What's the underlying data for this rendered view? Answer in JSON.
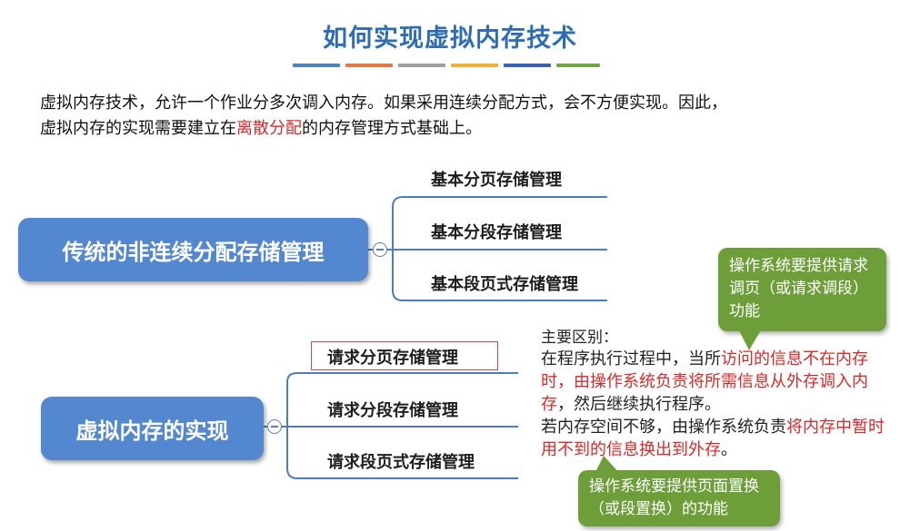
{
  "title": "如何实现虚拟内存技术",
  "title_bar_colors": [
    "#4f81bd",
    "#e07a3f",
    "#9e9e9e",
    "#f2b233",
    "#3a64b0",
    "#70a845"
  ],
  "intro": {
    "line1": "虚拟内存技术，允许一个作业分多次调入内存。如果采用连续分配方式，会不方便实现。因此，",
    "line2_pre": "虚拟内存的实现需要建立在",
    "line2_highlight": "离散分配",
    "line2_post": "的内存管理方式基础上。"
  },
  "traditional": {
    "topic": "传统的非连续分配存储管理",
    "items": [
      "基本分页存储管理",
      "基本分段存储管理",
      "基本段页式存储管理"
    ]
  },
  "virtual": {
    "topic": "虚拟内存的实现",
    "items": [
      "请求分页存储管理",
      "请求分段存储管理",
      "请求段页式存储管理"
    ]
  },
  "notes": {
    "heading": "主要区别：",
    "p1_pre": "在程序执行过程中，当所",
    "p1_red": "访问的信息不在内存时，由操作系统负责将所需信息从外存调入内存",
    "p1_post": "，然后继续执行程序。",
    "p2_pre": "若内存空间不够，由操作系统负责",
    "p2_red": "将内存中暂时用不到的信息换出到外存",
    "p2_post": "。"
  },
  "callouts": {
    "c1": "操作系统要提供请求调页（或请求调段）功能",
    "c2": "操作系统要提供页面置换（或段置换）的功能"
  },
  "colors": {
    "title": "#2e6db4",
    "topic_bg": "#5387cf",
    "highlight_red": "#d62a2a",
    "callout_bg": "#6e9e3a"
  }
}
